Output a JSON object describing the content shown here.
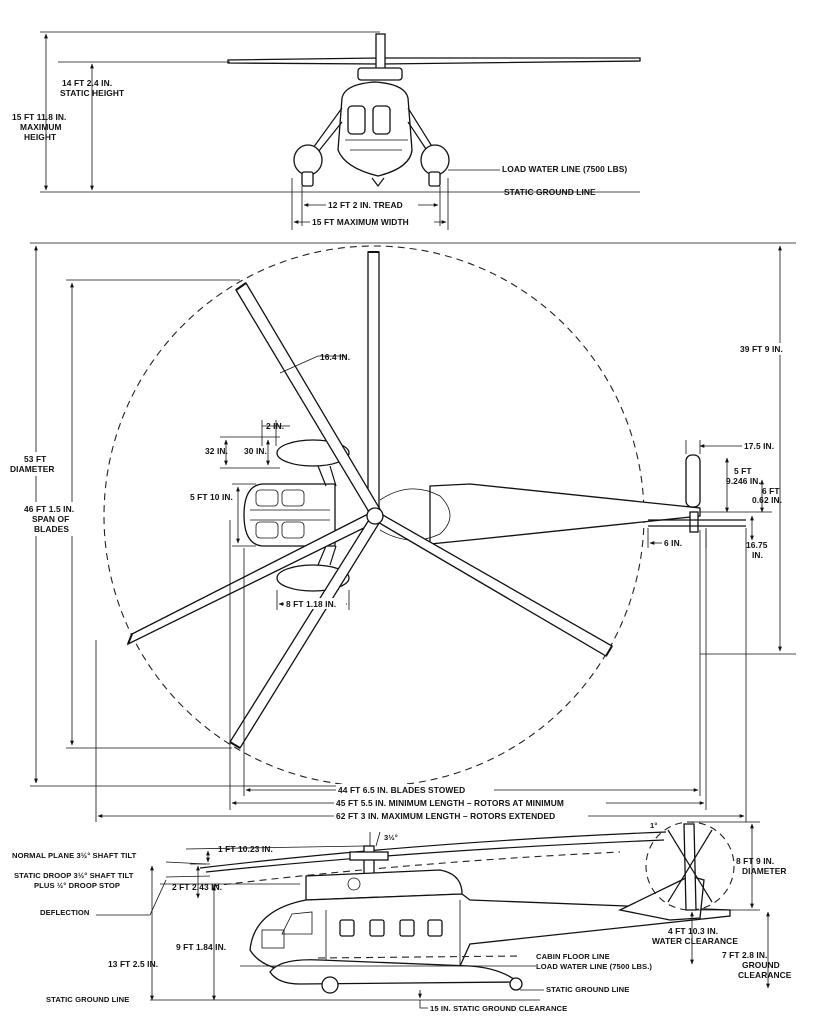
{
  "front_view": {
    "static_height": "14 FT 2.4 IN.",
    "static_height_caption": "STATIC HEIGHT",
    "max_height_line1": "15 FT 11.8 IN.",
    "max_height_line2": "MAXIMUM",
    "max_height_line3": "HEIGHT",
    "load_water_line": "LOAD WATER LINE (7500 LBS)",
    "static_ground_line": "STATIC GROUND LINE",
    "tread": "12 FT 2 IN. TREAD",
    "max_width": "15 FT MAXIMUM WIDTH"
  },
  "plan_view": {
    "height_right": "39 FT 9 IN.",
    "blade_chord": "16.4 IN.",
    "rotor_diameter_line1": "53 FT",
    "rotor_diameter_line2": "DIAMETER",
    "span_line1": "46 FT 1.5 IN.",
    "span_line2": "SPAN OF",
    "span_line3": "BLADES",
    "float_2in": "2 IN.",
    "float_32in": "32 IN.",
    "float_30in": "30 IN.",
    "fuselage_width": "5 FT 10 IN.",
    "float_length": "8 FT 1.18 IN.",
    "tail_17_5": "17.5 IN.",
    "tail_5ft_line1": "5 FT",
    "tail_5ft_line2": "9.246 IN.",
    "tail_6ft_line1": "6 FT",
    "tail_6ft_line2": "0.62 IN.",
    "tail_6in": "6 IN.",
    "tail_16_75_line1": "16.75",
    "tail_16_75_line2": "IN.",
    "blades_stowed": "44 FT 6.5 IN. BLADES STOWED",
    "min_length": "45 FT 5.5 IN. MINIMUM LENGTH – ROTORS AT MINIMUM",
    "max_length": "62 FT 3 IN. MAXIMUM LENGTH – ROTORS EXTENDED"
  },
  "side_view": {
    "normal_plane": "NORMAL PLANE 3½° SHAFT TILT",
    "static_droop": "STATIC DROOP 3½° SHAFT TILT",
    "plus_droop": "PLUS ½° DROOP STOP",
    "deflection": "DEFLECTION",
    "angle_top": "3½°",
    "angle_tail": "1°",
    "hub_1ft": "1 FT 10.23 IN.",
    "hub_2ft": "2 FT 2.43 IN.",
    "cabin_9ft": "9 FT 1.84 IN.",
    "overall_13ft": "13 FT 2.5 IN.",
    "tail_rotor_line1": "8 FT 9 IN.",
    "tail_rotor_line2": "DIAMETER",
    "water_clear_line1": "4 FT 10.3 IN.",
    "water_clear_line2": "WATER CLEARANCE",
    "ground_clear_line1": "7 FT 2.8 IN.",
    "ground_clear_line2": "GROUND",
    "ground_clear_line3": "CLEARANCE",
    "cabin_floor": "CABIN FLOOR LINE",
    "load_water_line": "LOAD WATER LINE (7500 LBS.)",
    "static_ground_line_r": "STATIC GROUND LINE",
    "static_ground_line_l": "STATIC GROUND LINE",
    "static_ground_clearance": "15 IN. STATIC GROUND CLEARANCE"
  }
}
